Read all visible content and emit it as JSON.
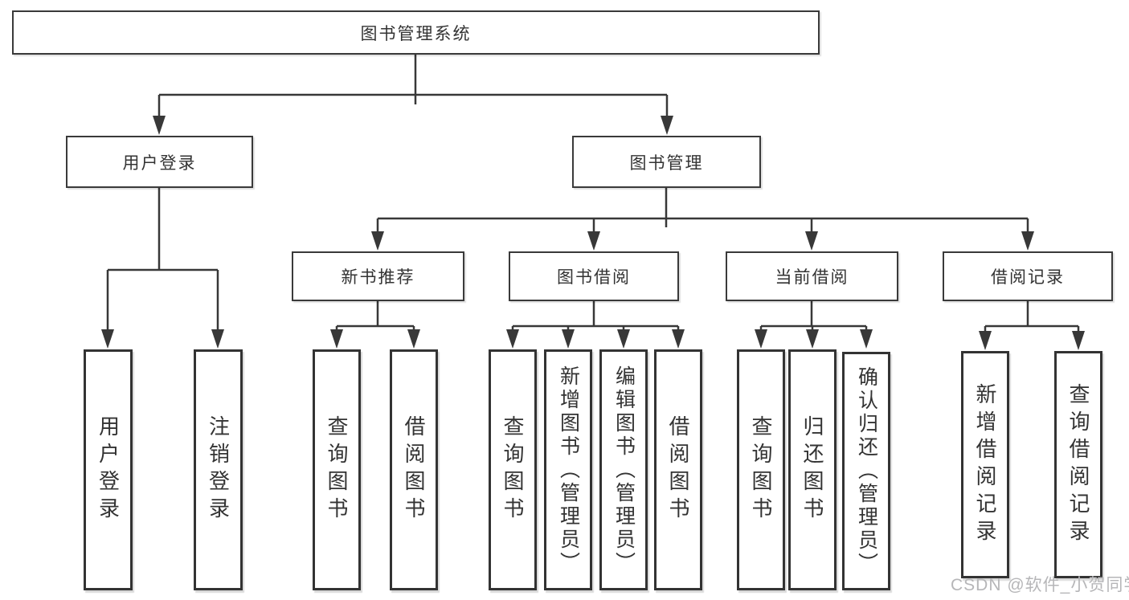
{
  "diagram": {
    "type": "hierarchy-diagram",
    "title": "图书管理系统",
    "watermark": "CSDN @软件_小贺同学",
    "colors": {
      "background": "#ffffff",
      "box_border": "#3a3a3a",
      "line": "#383838",
      "text": "#333333",
      "watermark": "#b6b6b8"
    },
    "branches": [
      {
        "label": "用户登录",
        "children": [
          "用户登录",
          "注销登录"
        ]
      },
      {
        "label": "图书管理",
        "groups": [
          {
            "label": "新书推荐",
            "children": [
              "查询图书",
              "借阅图书"
            ]
          },
          {
            "label": "图书借阅",
            "children": [
              "查询图书",
              "新增图书（管理员）",
              "编辑图书（管理员）",
              "借阅图书"
            ]
          },
          {
            "label": "当前借阅",
            "children": [
              "查询图书",
              "归还图书",
              "确认归还（管理员）"
            ]
          },
          {
            "label": "借阅记录",
            "children": [
              "新增借阅记录",
              "查询借阅记录"
            ]
          }
        ]
      }
    ]
  }
}
